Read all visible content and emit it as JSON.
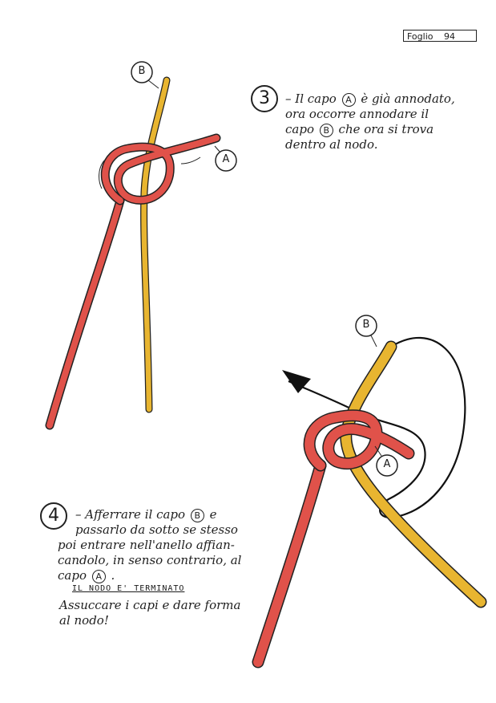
{
  "sheet": {
    "label": "Foglio",
    "number": "94"
  },
  "step3": {
    "number": "3",
    "line1_pre": "– Il capo",
    "line1_ref": "A",
    "line1_post": "è già annodato,",
    "line2": "ora occorre annodare il",
    "line3_pre": "capo",
    "line3_ref": "B",
    "line3_post": "che ora si trova",
    "line4": "dentro al nodo."
  },
  "step4": {
    "number": "4",
    "line1_pre": "– Afferrare il capo",
    "line1_ref": "B",
    "line1_post": "e",
    "line2": "passarlo da sotto se stesso",
    "line3": "poi entrare nell'anello affian-",
    "line4": "candolo, in senso contrario, al",
    "line5_pre": "capo",
    "line5_ref": "A",
    "line5_post": ".",
    "title": "IL NODO E' TERMINATO",
    "closing1": "Assuccare i capi e dare forma",
    "closing2": "al nodo!"
  },
  "figure3": {
    "label_b": "B",
    "label_a": "A"
  },
  "figure4": {
    "label_b": "B",
    "label_a": "A"
  },
  "colors": {
    "red_rope": "#e0524a",
    "yellow_rope": "#e8b530",
    "outline": "#222222"
  }
}
